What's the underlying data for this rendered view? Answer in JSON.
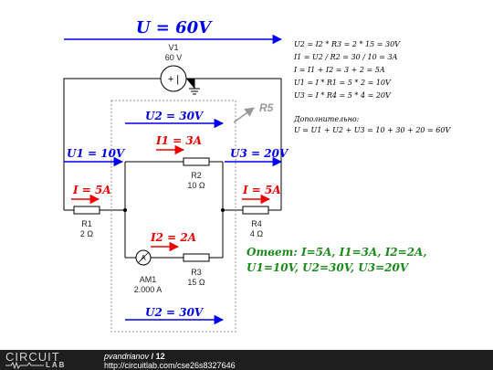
{
  "diagram": {
    "total_voltage": "U = 60V",
    "source": {
      "name": "V1",
      "value": "60 V",
      "symbol": "+ |"
    },
    "resistors": [
      {
        "id": "r1",
        "name": "R1",
        "value": "2 Ω"
      },
      {
        "id": "r2",
        "name": "R2",
        "value": "10 Ω"
      },
      {
        "id": "r3",
        "name": "R3",
        "value": "15 Ω"
      },
      {
        "id": "r4",
        "name": "R4",
        "value": "4 Ω"
      }
    ],
    "ammeter": {
      "name": "AM1",
      "value": "2.000 A",
      "symbol": "A"
    },
    "subcircuit_label": "R5",
    "voltage_labels": {
      "u1": "U1 = 10V",
      "u2_top": "U2 = 30V",
      "u2_bottom": "U2 = 30V",
      "u3": "U3 = 20V"
    },
    "current_labels": {
      "i_left": "I = 5A",
      "i_right": "I = 5A",
      "i1": "I1 = 3A",
      "i2": "I2 = 2A"
    },
    "equations": [
      "U2 = I2 * R3 = 2 * 15 = 30V",
      "I1 = U2 / R2 = 30 / 10 = 3A",
      "I = I1 + I2 = 3 + 2 = 5A",
      "U1 = I * R1 = 5 * 2 = 10V",
      "U3 = I * R4 = 5 * 4 = 20V"
    ],
    "extra_title": "Дополнительно:",
    "extra_equation": "U = U1 + U2 + U3 = 10 + 30 + 20 = 60V",
    "answer_line1": "Ответ: I=5A, I1=3A, I2=2A,",
    "answer_line2": "U1=10V, U2=30V, U3=20V",
    "colors": {
      "voltage": "#0000ee",
      "current": "#ee0000",
      "answer": "#1a8a1a",
      "wire": "#000000",
      "subcircuit": "#999999"
    }
  },
  "footer": {
    "logo_top": "CIRCUIT",
    "logo_bottom": "LAB",
    "author": "pvandrianov",
    "revision": "/ 12",
    "url": "http://circuitlab.com/cse26s8327646"
  }
}
